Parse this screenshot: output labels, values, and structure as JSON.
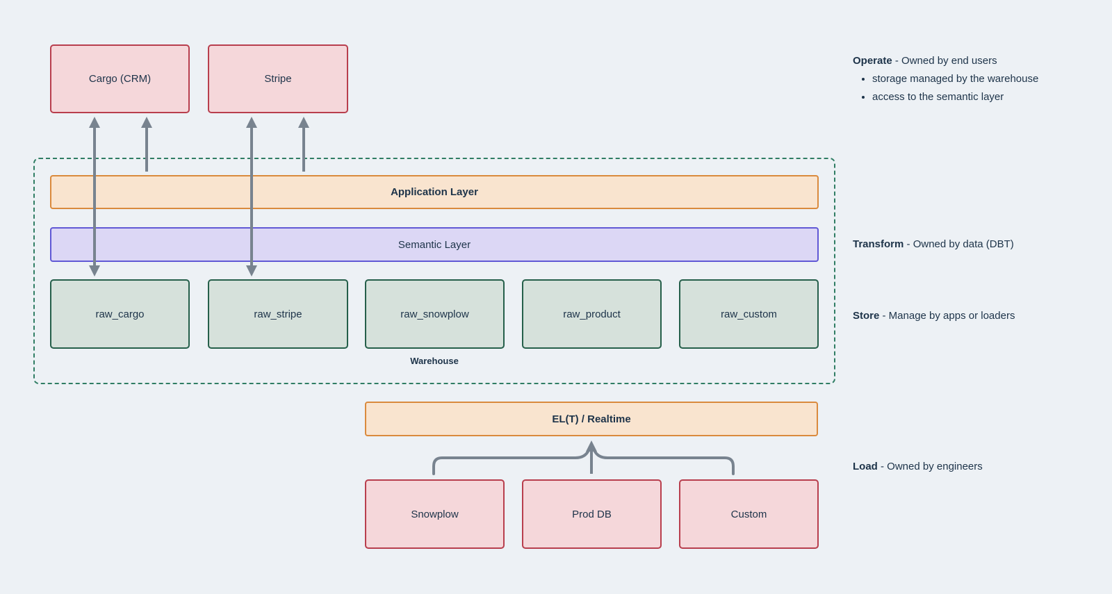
{
  "colors": {
    "background": "#edf1f5",
    "app_node_fill": "#f5d7da",
    "app_node_border": "#b83e4d",
    "application_layer_fill": "#f9e4cf",
    "application_layer_border": "#da8a3d",
    "semantic_layer_fill": "#dcd7f5",
    "semantic_layer_border": "#6058d5",
    "raw_table_fill": "#d6e1db",
    "raw_table_border": "#255f4a",
    "warehouse_boundary": "#2f7d63",
    "arrow": "#78838f",
    "text": "#1d3349"
  },
  "apps": [
    {
      "label": "Cargo (CRM)"
    },
    {
      "label": "Stripe"
    }
  ],
  "warehouse": {
    "label": "Warehouse",
    "application_layer": "Application Layer",
    "semantic_layer": "Semantic Layer",
    "raw_tables": [
      "raw_cargo",
      "raw_stripe",
      "raw_snowplow",
      "raw_product",
      "raw_custom"
    ]
  },
  "pipeline": {
    "label": "EL(T) / Realtime"
  },
  "sources": [
    "Snowplow",
    "Prod DB",
    "Custom"
  ],
  "annotations": {
    "operate": {
      "term": "Operate",
      "desc": " - Owned by end users",
      "bullets": [
        "storage managed by the warehouse",
        "access to the semantic layer"
      ]
    },
    "transform": {
      "term": "Transform",
      "desc": " - Owned by data (DBT)"
    },
    "store": {
      "term": "Store",
      "desc": " - Manage by apps or loaders"
    },
    "load": {
      "term": "Load",
      "desc": " - Owned by engineers"
    }
  }
}
